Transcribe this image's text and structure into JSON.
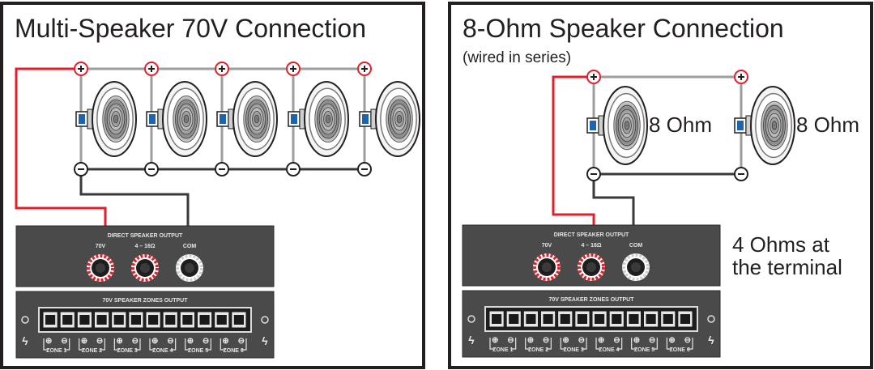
{
  "left": {
    "title": "Multi-Speaker 70V Connection",
    "panel": {
      "header": "DIRECT SPEAKER OUTPUT",
      "terminals": [
        "70V",
        "4 – 16Ω",
        "COM"
      ],
      "zones_header": "70V SPEAKER ZONES OUTPUT",
      "zones": [
        "ZONE 1",
        "ZONE 2",
        "ZONE 3",
        "ZONE 4",
        "ZONE 5",
        "ZONE 6"
      ]
    }
  },
  "right": {
    "title": "8-Ohm Speaker Connection",
    "subtitle": "(wired in series)",
    "speaker_labels": [
      "8 Ohm",
      "8 Ohm"
    ],
    "terminal_note_line1": "4 Ohms at",
    "terminal_note_line2": "the terminal",
    "panel": {
      "header": "DIRECT SPEAKER OUTPUT",
      "terminals": [
        "70V",
        "4 – 16Ω",
        "COM"
      ],
      "zones_header": "70V SPEAKER ZONES OUTPUT",
      "zones": [
        "ZONE 1",
        "ZONE 2",
        "ZONE 3",
        "ZONE 4",
        "ZONE 5",
        "ZONE 6"
      ]
    }
  },
  "colors": {
    "frame": "#231f20",
    "positive_wire": "#e0202a",
    "negative_wire": "#3a3a3a",
    "bus_wire": "#9e9e9e",
    "panel": "#4a4a4a",
    "magnet": "#1f63b0"
  }
}
